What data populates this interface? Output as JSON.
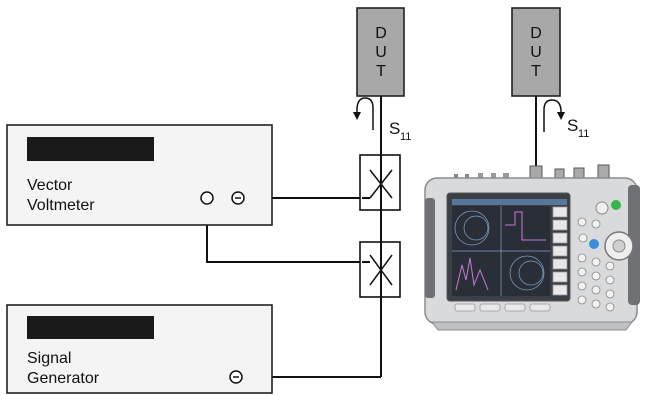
{
  "dut_left": {
    "line1": "D",
    "line2": "U",
    "line3": "T"
  },
  "dut_right": {
    "line1": "D",
    "line2": "U",
    "line3": "T"
  },
  "s11_left": {
    "base": "S",
    "sub": "11"
  },
  "s11_right": {
    "base": "S",
    "sub": "11"
  },
  "vector_voltmeter": {
    "line1": "Vector",
    "line2": "Voltmeter"
  },
  "signal_generator": {
    "line1": "Signal",
    "line2": "Generator"
  },
  "colors": {
    "dut_fill": "#a8a8a8",
    "display_bar": "#1a1a1a",
    "instrument_panel": "#f4f4f4",
    "analyzer_body": "#d9dadb",
    "analyzer_screen": "#2a2e36",
    "wire": "#111111"
  },
  "icons": [
    "coupler-icon",
    "arrow-icon",
    "port-connector-icon",
    "handheld-analyzer-icon"
  ]
}
